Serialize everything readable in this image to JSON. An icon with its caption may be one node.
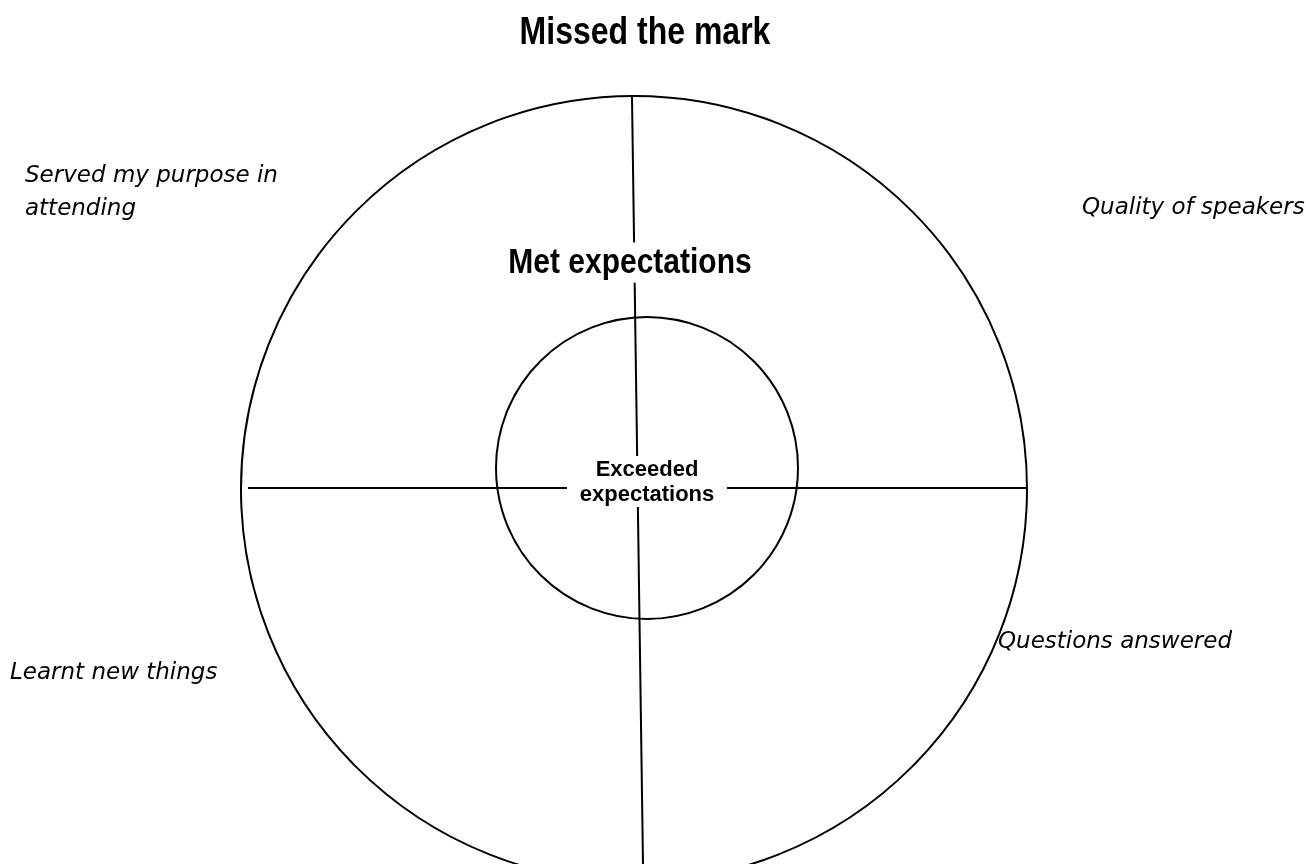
{
  "diagram": {
    "nodes": [
      {
        "text": [
          "Met expectations"
        ]
      },
      {
        "text": [
          "Exceeded expectations"
        ],
        "in": 0
      }
    ],
    "edges": [],
    "labels": [
      "Missed the mark",
      "Served my purpose in attending",
      "Quality of speakers",
      "Questions answered",
      "Learnt new things"
    ]
  }
}
